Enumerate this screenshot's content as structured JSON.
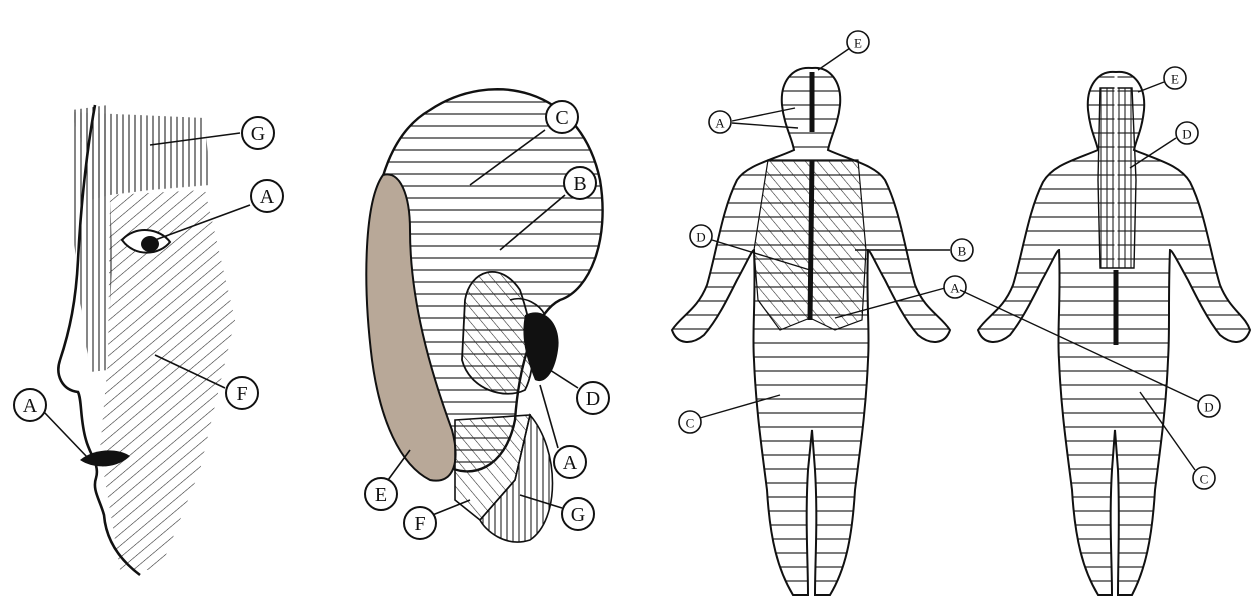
{
  "face": {
    "labels": {
      "G": "G",
      "A_eye": "A",
      "A_mouth": "A",
      "F": "F"
    }
  },
  "ear": {
    "labels": {
      "C": "C",
      "B": "B",
      "D": "D",
      "A": "A",
      "E": "E",
      "F": "F",
      "G": "G"
    }
  },
  "body_front": {
    "labels": {
      "E": "E",
      "A_head": "A",
      "D": "D",
      "B": "B",
      "A_body": "A",
      "C": "C"
    }
  },
  "body_back": {
    "labels": {
      "E": "E",
      "D_upper": "D",
      "D_lower": "D",
      "C": "C"
    }
  },
  "colors": {
    "ink": "#111111",
    "shade": "#b8a898",
    "background": "#ffffff"
  }
}
